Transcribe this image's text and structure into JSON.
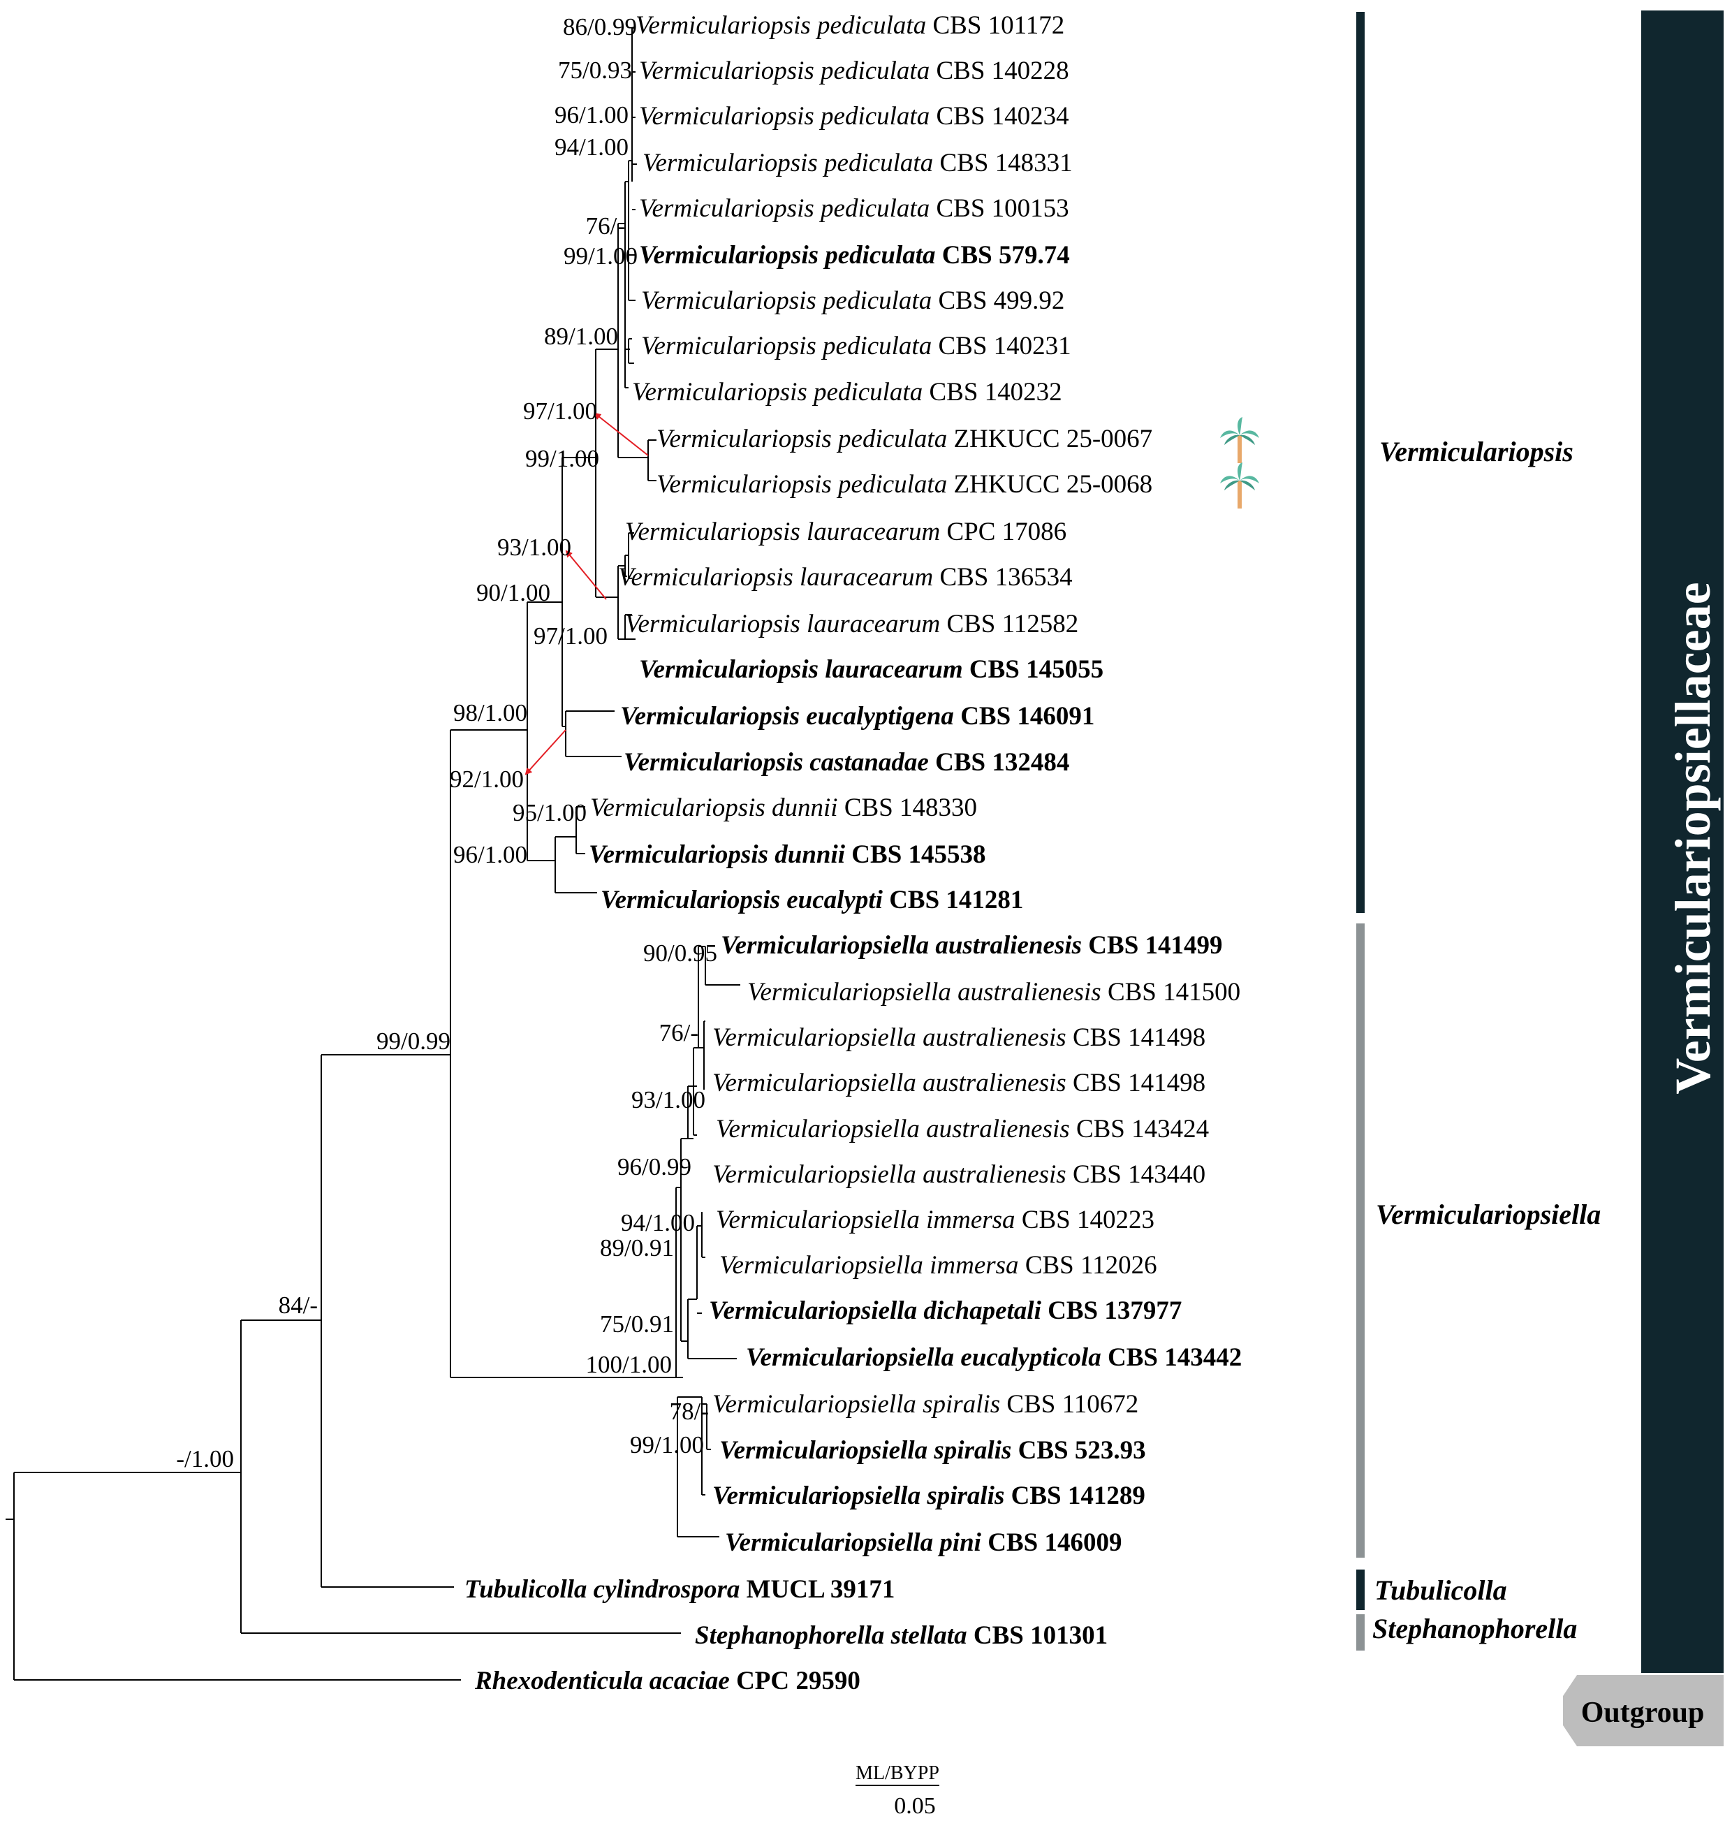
{
  "colors": {
    "new_isolate": "#1f6fc5",
    "family_bar": "#10262e",
    "genus_bar_dark": "#10262e",
    "genus_bar_gray": "#8c9294",
    "outgroup_box": "#bdbdbd",
    "arrow": "#e31e24",
    "palm_icon": "#58b8a0"
  },
  "taxa": [
    {
      "genus": "Vermiculariopsis",
      "epithet": "pediculata",
      "code": "CBS 101172",
      "type": false,
      "new": false
    },
    {
      "genus": "Vermiculariopsis",
      "epithet": "pediculata",
      "code": "CBS 140228",
      "type": false,
      "new": false
    },
    {
      "genus": "Vermiculariopsis",
      "epithet": "pediculata",
      "code": "CBS 140234",
      "type": false,
      "new": false
    },
    {
      "genus": "Vermiculariopsis",
      "epithet": "pediculata",
      "code": "CBS 148331",
      "type": false,
      "new": false
    },
    {
      "genus": "Vermiculariopsis",
      "epithet": "pediculata",
      "code": "CBS 100153",
      "type": false,
      "new": false
    },
    {
      "genus": "Vermiculariopsis",
      "epithet": "pediculata",
      "code": "CBS 579.74",
      "type": true,
      "new": false
    },
    {
      "genus": "Vermiculariopsis",
      "epithet": "pediculata",
      "code": "CBS 499.92",
      "type": false,
      "new": false
    },
    {
      "genus": "Vermiculariopsis",
      "epithet": "pediculata",
      "code": "CBS 140231",
      "type": false,
      "new": false
    },
    {
      "genus": "Vermiculariopsis",
      "epithet": "pediculata",
      "code": "CBS 140232",
      "type": false,
      "new": false
    },
    {
      "genus": "Vermiculariopsis",
      "epithet": "pediculata",
      "code": "ZHKUCC 25-0067",
      "type": false,
      "new": true
    },
    {
      "genus": "Vermiculariopsis",
      "epithet": "pediculata",
      "code": "ZHKUCC 25-0068",
      "type": false,
      "new": true
    },
    {
      "genus": "Vermiculariopsis",
      "epithet": "lauracearum",
      "code": "CPC 17086",
      "type": false,
      "new": false
    },
    {
      "genus": "Vermiculariopsis",
      "epithet": "lauracearum",
      "code": "CBS 136534",
      "type": false,
      "new": false
    },
    {
      "genus": "Vermiculariopsis",
      "epithet": "lauracearum",
      "code": "CBS 112582",
      "type": false,
      "new": false
    },
    {
      "genus": "Vermiculariopsis",
      "epithet": "lauracearum",
      "code": "CBS 145055",
      "type": true,
      "new": false
    },
    {
      "genus": "Vermiculariopsis",
      "epithet": "eucalyptigena",
      "code": "CBS 146091",
      "type": true,
      "new": false
    },
    {
      "genus": "Vermiculariopsis",
      "epithet": "castanadae",
      "code": "CBS 132484",
      "type": true,
      "new": false
    },
    {
      "genus": "Vermiculariopsis",
      "epithet": "dunnii",
      "code": "CBS 148330",
      "type": false,
      "new": false
    },
    {
      "genus": "Vermiculariopsis",
      "epithet": "dunnii",
      "code": "CBS 145538",
      "type": true,
      "new": false
    },
    {
      "genus": "Vermiculariopsis",
      "epithet": "eucalypti",
      "code": "CBS 141281",
      "type": true,
      "new": false
    },
    {
      "genus": "Vermiculariopsiella",
      "epithet": "australienesis",
      "code": "CBS 141499",
      "type": true,
      "new": false
    },
    {
      "genus": "Vermiculariopsiella",
      "epithet": "australienesis",
      "code": "CBS 141500",
      "type": false,
      "new": false
    },
    {
      "genus": "Vermiculariopsiella",
      "epithet": "australienesis",
      "code": "CBS 141498",
      "type": false,
      "new": false
    },
    {
      "genus": "Vermiculariopsiella",
      "epithet": "australienesis",
      "code": "CBS 141498",
      "type": false,
      "new": false
    },
    {
      "genus": "Vermiculariopsiella",
      "epithet": "australienesis",
      "code": "CBS 143424",
      "type": false,
      "new": false
    },
    {
      "genus": "Vermiculariopsiella",
      "epithet": "australienesis",
      "code": "CBS 143440",
      "type": false,
      "new": false
    },
    {
      "genus": "Vermiculariopsiella",
      "epithet": "immersa",
      "code": "CBS 140223",
      "type": false,
      "new": false
    },
    {
      "genus": "Vermiculariopsiella",
      "epithet": "immersa",
      "code": "CBS 112026",
      "type": false,
      "new": false
    },
    {
      "genus": "Vermiculariopsiella",
      "epithet": "dichapetali",
      "code": "CBS 137977",
      "type": true,
      "new": false
    },
    {
      "genus": "Vermiculariopsiella",
      "epithet": "eucalypticola",
      "code": "CBS 143442",
      "type": true,
      "new": false
    },
    {
      "genus": "Vermiculariopsiella",
      "epithet": "spiralis",
      "code": "CBS 110672",
      "type": false,
      "new": false
    },
    {
      "genus": "Vermiculariopsiella",
      "epithet": "spiralis",
      "code": "CBS 523.93",
      "type": true,
      "new": false
    },
    {
      "genus": "Vermiculariopsiella",
      "epithet": "spiralis",
      "code": "CBS 141289",
      "type": true,
      "new": false
    },
    {
      "genus": "Vermiculariopsiella",
      "epithet": "pini",
      "code": "CBS 146009",
      "type": true,
      "new": false
    },
    {
      "genus": "Tubulicolla",
      "epithet": "cylindrospora",
      "code": "MUCL 39171",
      "type": true,
      "new": false
    },
    {
      "genus": "Stephanophorella",
      "epithet": "stellata",
      "code": "CBS 101301",
      "type": true,
      "new": false
    },
    {
      "genus": "Rhexodenticula",
      "epithet": "acaciae",
      "code": "CPC 29590",
      "type": true,
      "new": false
    }
  ],
  "supports": [
    "86/0.99",
    "75/0.93",
    "96/1.00",
    "94/1.00",
    "76/-",
    "99/1.00",
    "89/1.00",
    "97/1.00",
    "99/1.00",
    "93/1.00",
    "90/1.00",
    "97/1.00",
    "98/1.00",
    "92/1.00",
    "95/1.00",
    "96/1.00",
    "90/0.95",
    "76/-",
    "93/1.00",
    "96/0.99",
    "94/1.00",
    "89/0.91",
    "75/0.91",
    "100/1.00",
    "78/-",
    "99/1.00",
    "99/0.99",
    "84/-",
    "-/1.00"
  ],
  "groups": {
    "vermiculariopsis": "Vermiculariopsis",
    "vermiculariopsiella": "Vermiculariopsiella",
    "tubulicolla": "Tubulicolla",
    "stephanophorella": "Stephanophorella",
    "family": "Vermiculariopsiellaceae",
    "outgroup": "Outgroup"
  },
  "icons": {
    "new_isolate_marker": "palm-tree-icon"
  },
  "scale": {
    "label": "ML/BYPP",
    "value": "0.05"
  }
}
